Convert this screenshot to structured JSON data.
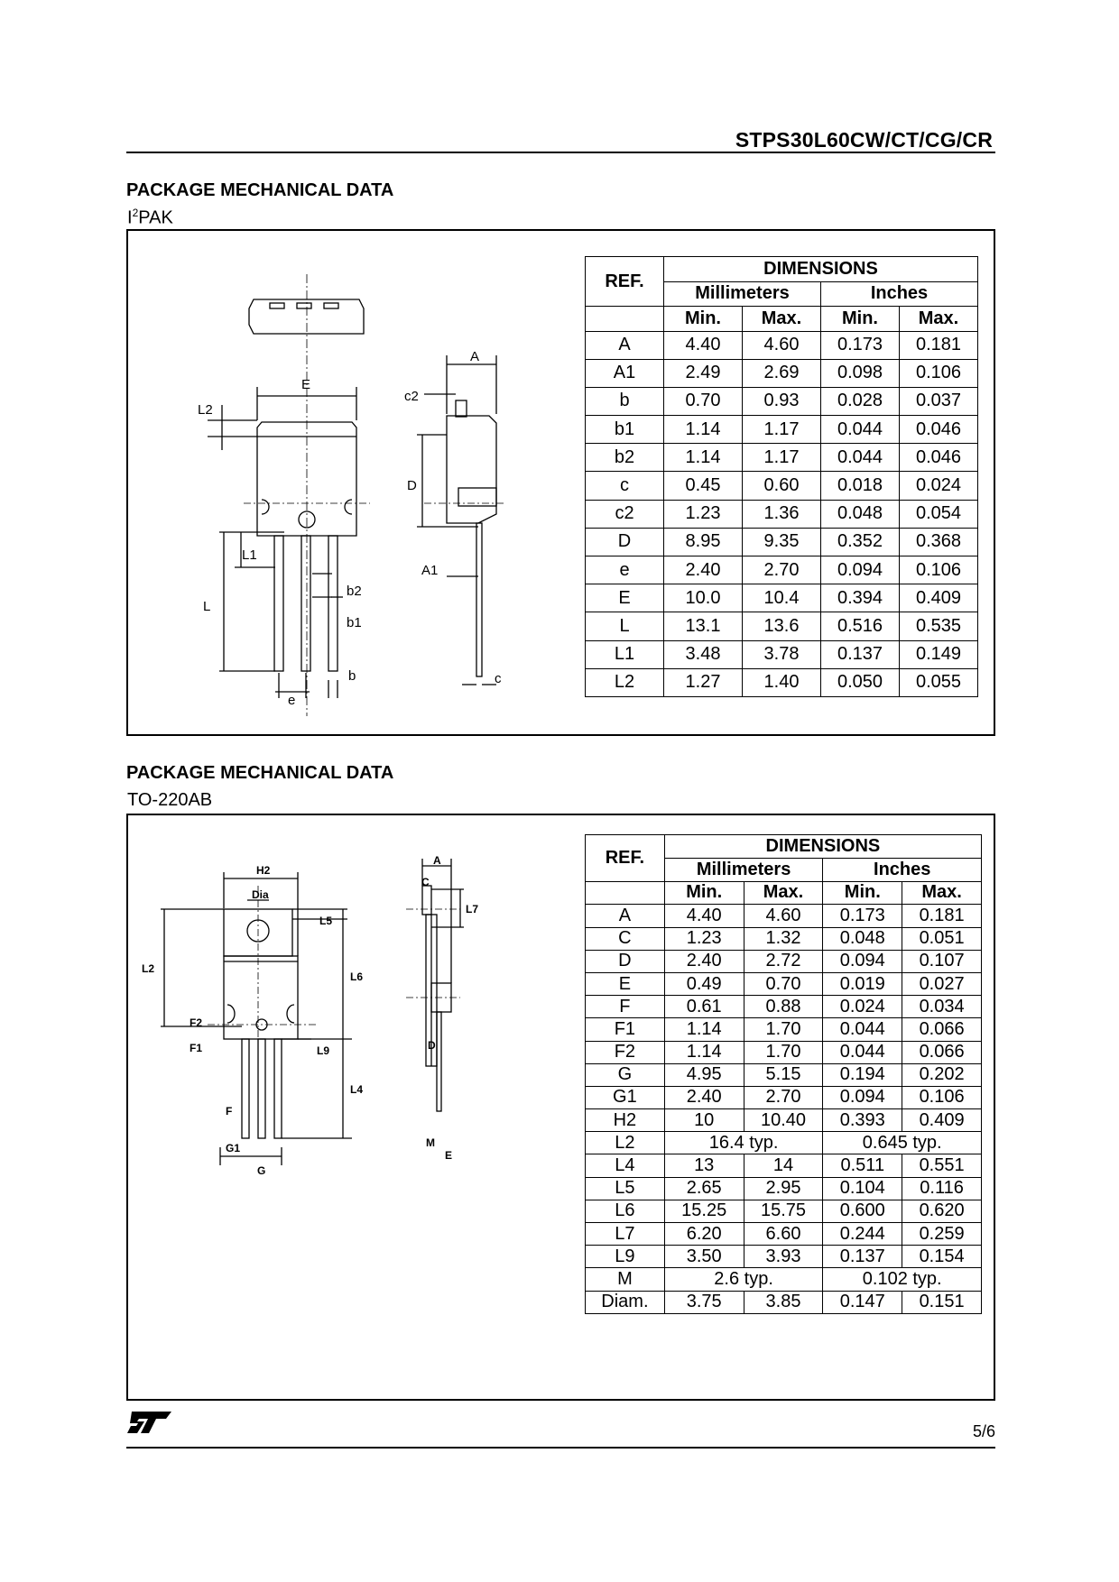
{
  "header": {
    "doc_title": "STPS30L60CW/CT/CG/CR"
  },
  "sections": [
    {
      "title": "PACKAGE MECHANICAL DATA",
      "package_prefix": "I",
      "package_sup": "2",
      "package_suffix": "PAK",
      "table": {
        "ref_header": "REF.",
        "dimensions_header": "DIMENSIONS",
        "mm_header": "Millimeters",
        "in_header": "Inches",
        "min_label": "Min.",
        "max_label": "Max.",
        "rows": [
          {
            "ref": "A",
            "mm_min": "4.40",
            "mm_max": "4.60",
            "in_min": "0.173",
            "in_max": "0.181"
          },
          {
            "ref": "A1",
            "mm_min": "2.49",
            "mm_max": "2.69",
            "in_min": "0.098",
            "in_max": "0.106"
          },
          {
            "ref": "b",
            "mm_min": "0.70",
            "mm_max": "0.93",
            "in_min": "0.028",
            "in_max": "0.037"
          },
          {
            "ref": "b1",
            "mm_min": "1.14",
            "mm_max": "1.17",
            "in_min": "0.044",
            "in_max": "0.046"
          },
          {
            "ref": "b2",
            "mm_min": "1.14",
            "mm_max": "1.17",
            "in_min": "0.044",
            "in_max": "0.046"
          },
          {
            "ref": "c",
            "mm_min": "0.45",
            "mm_max": "0.60",
            "in_min": "0.018",
            "in_max": "0.024"
          },
          {
            "ref": "c2",
            "mm_min": "1.23",
            "mm_max": "1.36",
            "in_min": "0.048",
            "in_max": "0.054"
          },
          {
            "ref": "D",
            "mm_min": "8.95",
            "mm_max": "9.35",
            "in_min": "0.352",
            "in_max": "0.368"
          },
          {
            "ref": "e",
            "mm_min": "2.40",
            "mm_max": "2.70",
            "in_min": "0.094",
            "in_max": "0.106"
          },
          {
            "ref": "E",
            "mm_min": "10.0",
            "mm_max": "10.4",
            "in_min": "0.394",
            "in_max": "0.409"
          },
          {
            "ref": "L",
            "mm_min": "13.1",
            "mm_max": "13.6",
            "in_min": "0.516",
            "in_max": "0.535"
          },
          {
            "ref": "L1",
            "mm_min": "3.48",
            "mm_max": "3.78",
            "in_min": "0.137",
            "in_max": "0.149"
          },
          {
            "ref": "L2",
            "mm_min": "1.27",
            "mm_max": "1.40",
            "in_min": "0.050",
            "in_max": "0.055"
          }
        ]
      },
      "drawing_labels": {
        "E": "E",
        "L2": "L2",
        "L1": "L1",
        "L": "L",
        "b2": "b2",
        "b1": "b1",
        "b": "b",
        "e": "e",
        "A": "A",
        "c2": "c2",
        "D": "D",
        "A1": "A1",
        "c": "c"
      }
    },
    {
      "title": "PACKAGE MECHANICAL DATA",
      "package_name": "TO-220AB",
      "table": {
        "ref_header": "REF.",
        "dimensions_header": "DIMENSIONS",
        "mm_header": "Millimeters",
        "in_header": "Inches",
        "min_label": "Min.",
        "max_label": "Max.",
        "rows": [
          {
            "ref": "A",
            "mm_min": "4.40",
            "mm_max": "4.60",
            "in_min": "0.173",
            "in_max": "0.181"
          },
          {
            "ref": "C",
            "mm_min": "1.23",
            "mm_max": "1.32",
            "in_min": "0.048",
            "in_max": "0.051"
          },
          {
            "ref": "D",
            "mm_min": "2.40",
            "mm_max": "2.72",
            "in_min": "0.094",
            "in_max": "0.107"
          },
          {
            "ref": "E",
            "mm_min": "0.49",
            "mm_max": "0.70",
            "in_min": "0.019",
            "in_max": "0.027"
          },
          {
            "ref": "F",
            "mm_min": "0.61",
            "mm_max": "0.88",
            "in_min": "0.024",
            "in_max": "0.034"
          },
          {
            "ref": "F1",
            "mm_min": "1.14",
            "mm_max": "1.70",
            "in_min": "0.044",
            "in_max": "0.066"
          },
          {
            "ref": "F2",
            "mm_min": "1.14",
            "mm_max": "1.70",
            "in_min": "0.044",
            "in_max": "0.066"
          },
          {
            "ref": "G",
            "mm_min": "4.95",
            "mm_max": "5.15",
            "in_min": "0.194",
            "in_max": "0.202"
          },
          {
            "ref": "G1",
            "mm_min": "2.40",
            "mm_max": "2.70",
            "in_min": "0.094",
            "in_max": "0.106"
          },
          {
            "ref": "H2",
            "mm_min": "10",
            "mm_max": "10.40",
            "in_min": "0.393",
            "in_max": "0.409"
          },
          {
            "ref": "L2",
            "mm_typ": "16.4 typ.",
            "in_typ": "0.645 typ."
          },
          {
            "ref": "L4",
            "mm_min": "13",
            "mm_max": "14",
            "in_min": "0.511",
            "in_max": "0.551"
          },
          {
            "ref": "L5",
            "mm_min": "2.65",
            "mm_max": "2.95",
            "in_min": "0.104",
            "in_max": "0.116"
          },
          {
            "ref": "L6",
            "mm_min": "15.25",
            "mm_max": "15.75",
            "in_min": "0.600",
            "in_max": "0.620"
          },
          {
            "ref": "L7",
            "mm_min": "6.20",
            "mm_max": "6.60",
            "in_min": "0.244",
            "in_max": "0.259"
          },
          {
            "ref": "L9",
            "mm_min": "3.50",
            "mm_max": "3.93",
            "in_min": "0.137",
            "in_max": "0.154"
          },
          {
            "ref": "M",
            "mm_typ": "2.6 typ.",
            "in_typ": "0.102 typ."
          },
          {
            "ref": "Diam.",
            "mm_min": "3.75",
            "mm_max": "3.85",
            "in_min": "0.147",
            "in_max": "0.151"
          }
        ]
      },
      "drawing_labels": {
        "H2": "H2",
        "Dia": "Dia",
        "L5": "L5",
        "L6": "L6",
        "L2": "L2",
        "F2": "F2",
        "F1": "F1",
        "L9": "L9",
        "L4": "L4",
        "F": "F",
        "G1": "G1",
        "G": "G",
        "A": "A",
        "C": "C",
        "L7": "L7",
        "D": "D",
        "M": "M",
        "E": "E"
      }
    }
  ],
  "footer": {
    "page_number": "5/6",
    "logo_icon": "st-logo-icon"
  }
}
